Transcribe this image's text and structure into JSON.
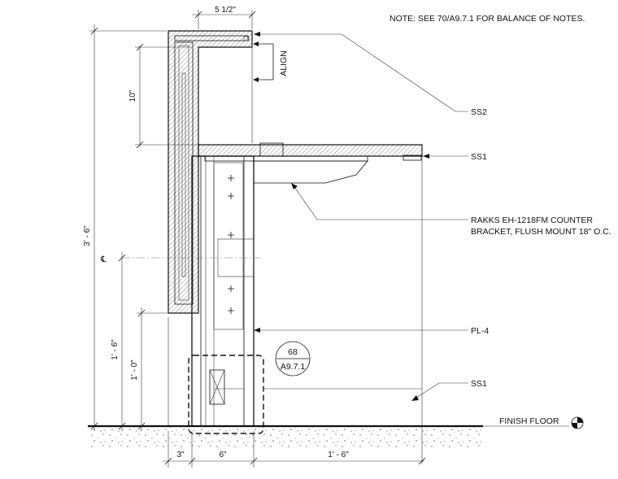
{
  "note": "NOTE: SEE 70/A9.7.1 FOR BALANCE OF NOTES.",
  "labels": {
    "ss2": "SS2",
    "ss1_top": "SS1",
    "bracket_line1": "RAKKS EH-1218FM COUNTER",
    "bracket_line2": "BRACKET, FLUSH MOUNT 18\" O.C.",
    "pl4": "PL-4",
    "ss1_bottom": "SS1",
    "finish_floor": "FINISH FLOOR",
    "align": "ALIGN"
  },
  "detail_tag": {
    "number": "68",
    "sheet": "A9.7.1"
  },
  "dimensions": {
    "top_width": "5 1/2\"",
    "ten_inch": "10\"",
    "overall_height": "3' - 6\"",
    "one_ft_six": "1' - 6\"",
    "one_ft_zero": "1' - 0\"",
    "bottom_3": "3\"",
    "bottom_6": "6\"",
    "bottom_1ft6": "1' - 6\""
  },
  "centerline_symbol": "℄"
}
